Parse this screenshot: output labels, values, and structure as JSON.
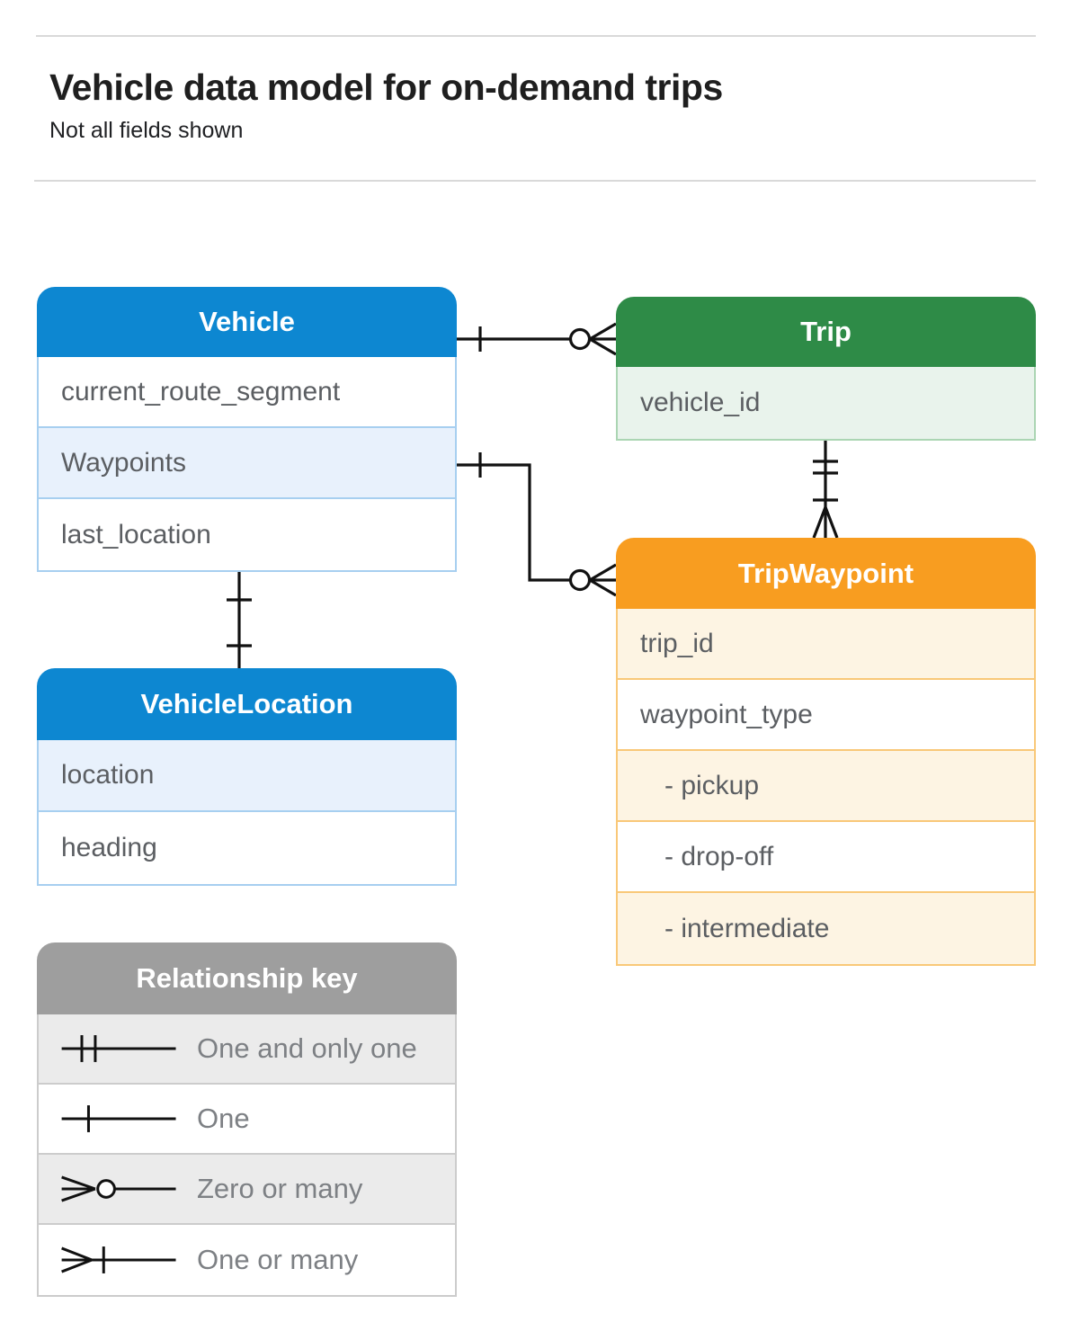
{
  "header": {
    "title": "Vehicle data model for on-demand trips",
    "subtitle": "Not all fields shown"
  },
  "colors": {
    "blue": "#0d87d1",
    "green": "#2e8b47",
    "orange": "#f89d20",
    "gray": "#9e9e9e",
    "connector": "#111111"
  },
  "entities": {
    "vehicle": {
      "title": "Vehicle",
      "fields": [
        "current_route_segment",
        "Waypoints",
        "last_location"
      ]
    },
    "trip": {
      "title": "Trip",
      "fields": [
        "vehicle_id"
      ]
    },
    "trip_waypoint": {
      "title": "TripWaypoint",
      "fields": [
        "trip_id",
        "waypoint_type",
        "- pickup",
        "- drop-off",
        "- intermediate"
      ]
    },
    "vehicle_location": {
      "title": "VehicleLocation",
      "fields": [
        "location",
        "heading"
      ]
    }
  },
  "relationships": [
    {
      "from": "Vehicle",
      "to": "Trip",
      "from_cardinality": "one",
      "to_cardinality": "zero-or-many"
    },
    {
      "from": "Vehicle.Waypoints",
      "to": "TripWaypoint",
      "from_cardinality": "one",
      "to_cardinality": "zero-or-many"
    },
    {
      "from": "Trip",
      "to": "TripWaypoint",
      "from_cardinality": "one-and-only-one",
      "to_cardinality": "one-or-many"
    },
    {
      "from": "Vehicle",
      "to": "VehicleLocation",
      "from_cardinality": "one",
      "to_cardinality": "one"
    }
  ],
  "relationship_key": {
    "title": "Relationship key",
    "items": [
      {
        "label": "One and only one",
        "symbol": "one-and-only-one"
      },
      {
        "label": "One",
        "symbol": "one"
      },
      {
        "label": "Zero or many",
        "symbol": "zero-or-many"
      },
      {
        "label": "One or many",
        "symbol": "one-or-many"
      }
    ]
  }
}
